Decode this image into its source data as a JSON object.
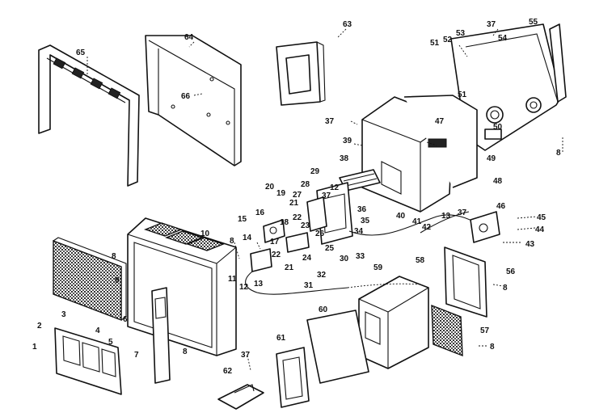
{
  "labels": [
    {
      "id": "p65",
      "text": "65"
    },
    {
      "id": "p64",
      "text": "64"
    },
    {
      "id": "p66",
      "text": "66"
    },
    {
      "id": "p63",
      "text": "63"
    },
    {
      "id": "p37a",
      "text": "37"
    },
    {
      "id": "p55",
      "text": "55"
    },
    {
      "id": "p53",
      "text": "53"
    },
    {
      "id": "p52",
      "text": "52"
    },
    {
      "id": "p51a",
      "text": "51"
    },
    {
      "id": "p54",
      "text": "54"
    },
    {
      "id": "p51b",
      "text": "51"
    },
    {
      "id": "p50",
      "text": "50"
    },
    {
      "id": "p47",
      "text": "47"
    },
    {
      "id": "p49",
      "text": "49"
    },
    {
      "id": "p48",
      "text": "48"
    },
    {
      "id": "p8a",
      "text": "8"
    },
    {
      "id": "p37b",
      "text": "37"
    },
    {
      "id": "p39",
      "text": "39"
    },
    {
      "id": "p38",
      "text": "38"
    },
    {
      "id": "p29",
      "text": "29"
    },
    {
      "id": "p28",
      "text": "28"
    },
    {
      "id": "p20",
      "text": "20"
    },
    {
      "id": "p19",
      "text": "19"
    },
    {
      "id": "p27",
      "text": "27"
    },
    {
      "id": "p21a",
      "text": "21"
    },
    {
      "id": "p37c",
      "text": "37"
    },
    {
      "id": "p12a",
      "text": "12"
    },
    {
      "id": "p36",
      "text": "36"
    },
    {
      "id": "p35",
      "text": "35"
    },
    {
      "id": "p34",
      "text": "34"
    },
    {
      "id": "p33",
      "text": "33"
    },
    {
      "id": "p16",
      "text": "16"
    },
    {
      "id": "p18",
      "text": "18"
    },
    {
      "id": "p15",
      "text": "15"
    },
    {
      "id": "p17",
      "text": "17"
    },
    {
      "id": "p22a",
      "text": "22"
    },
    {
      "id": "p23",
      "text": "23"
    },
    {
      "id": "p26",
      "text": "26"
    },
    {
      "id": "p25",
      "text": "25"
    },
    {
      "id": "p14",
      "text": "14"
    },
    {
      "id": "p22b",
      "text": "22"
    },
    {
      "id": "p21b",
      "text": "21"
    },
    {
      "id": "p24",
      "text": "24"
    },
    {
      "id": "p31",
      "text": "31"
    },
    {
      "id": "p32",
      "text": "32"
    },
    {
      "id": "p30",
      "text": "30"
    },
    {
      "id": "p40",
      "text": "40"
    },
    {
      "id": "p41",
      "text": "41"
    },
    {
      "id": "p42",
      "text": "42"
    },
    {
      "id": "p13a",
      "text": "13"
    },
    {
      "id": "p37d",
      "text": "37"
    },
    {
      "id": "p46",
      "text": "46"
    },
    {
      "id": "p45",
      "text": "45"
    },
    {
      "id": "p44",
      "text": "44"
    },
    {
      "id": "p43",
      "text": "43"
    },
    {
      "id": "p8b",
      "text": "8"
    },
    {
      "id": "p11",
      "text": "11"
    },
    {
      "id": "p12b",
      "text": "12"
    },
    {
      "id": "p13b",
      "text": "13"
    },
    {
      "id": "p10",
      "text": "10"
    },
    {
      "id": "p8c",
      "text": "8"
    },
    {
      "id": "p9",
      "text": "9"
    },
    {
      "id": "p4",
      "text": "4"
    },
    {
      "id": "p3",
      "text": "3"
    },
    {
      "id": "p2",
      "text": "2"
    },
    {
      "id": "p1",
      "text": "1"
    },
    {
      "id": "p5",
      "text": "5"
    },
    {
      "id": "p6",
      "text": "6"
    },
    {
      "id": "p7",
      "text": "7"
    },
    {
      "id": "p8d",
      "text": "8"
    },
    {
      "id": "p59",
      "text": "59"
    },
    {
      "id": "p58",
      "text": "58"
    },
    {
      "id": "p56",
      "text": "56"
    },
    {
      "id": "p8e",
      "text": "8"
    },
    {
      "id": "p57",
      "text": "57"
    },
    {
      "id": "p8f",
      "text": "8"
    },
    {
      "id": "p60",
      "text": "60"
    },
    {
      "id": "p61",
      "text": "61"
    },
    {
      "id": "p37e",
      "text": "37"
    },
    {
      "id": "p62",
      "text": "62"
    }
  ]
}
